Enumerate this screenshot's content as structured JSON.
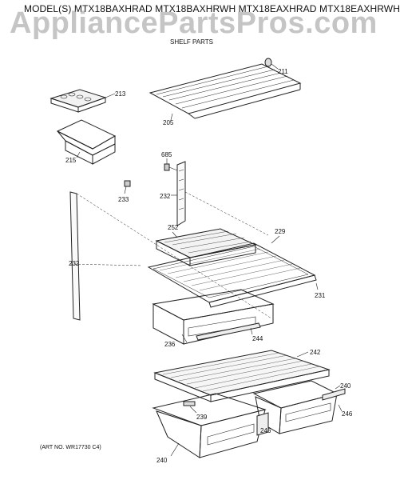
{
  "header": {
    "title": "MODEL(S) MTX18BAXHRAD  MTX18BAXHRWH  MTX18EAXHRAD  MTX18EAXHRWH",
    "subtitle": "SHELF PARTS",
    "watermark": "AppliancePartsPros.com"
  },
  "art_number": "(ART NO. WR17730 C4)",
  "callouts": [
    {
      "id": "c211",
      "label": "211"
    },
    {
      "id": "c213",
      "label": "213"
    },
    {
      "id": "c205",
      "label": "205"
    },
    {
      "id": "c215",
      "label": "215"
    },
    {
      "id": "c685",
      "label": "685"
    },
    {
      "id": "c233",
      "label": "233"
    },
    {
      "id": "c232a",
      "label": "232"
    },
    {
      "id": "c252",
      "label": "252"
    },
    {
      "id": "c229",
      "label": "229"
    },
    {
      "id": "c232b",
      "label": "232"
    },
    {
      "id": "c231",
      "label": "231"
    },
    {
      "id": "c244",
      "label": "244"
    },
    {
      "id": "c236",
      "label": "236"
    },
    {
      "id": "c242",
      "label": "242"
    },
    {
      "id": "c240a",
      "label": "240"
    },
    {
      "id": "c246a",
      "label": "246"
    },
    {
      "id": "c239",
      "label": "239"
    },
    {
      "id": "c246b",
      "label": "246"
    },
    {
      "id": "c240b",
      "label": "240"
    }
  ]
}
